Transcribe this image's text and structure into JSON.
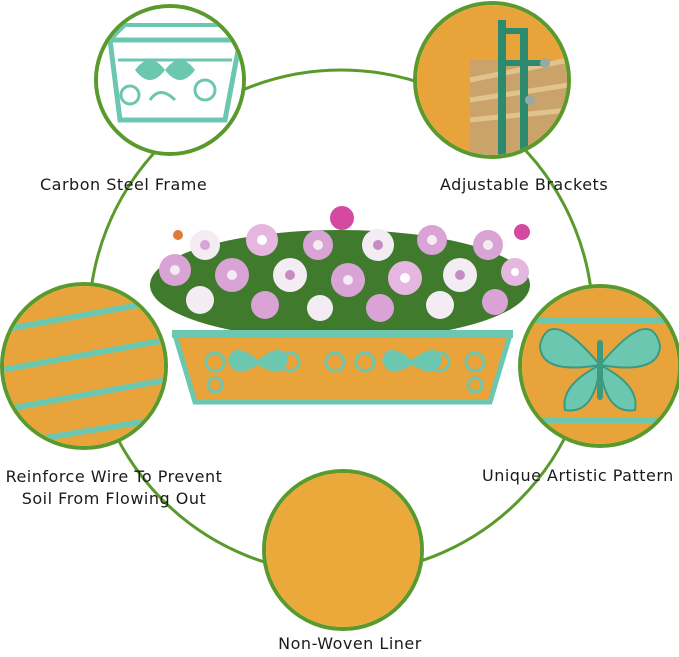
{
  "features": {
    "frame_label": "Carbon Steel Frame",
    "brackets_label": "Adjustable Brackets",
    "wire_label": "Reinforce Wire To Prevent Soil From Flowing Out",
    "pattern_label": "Unique Artistic Pattern",
    "liner_label": "Non-Woven Liner"
  },
  "colors": {
    "ring": "#5a9a2c",
    "steel": "#6cc7b0",
    "liner": "#e8a33a",
    "flower_pink": "#d9a3d6",
    "flower_white": "#f3ecf3",
    "leaf": "#3f7a2d"
  }
}
